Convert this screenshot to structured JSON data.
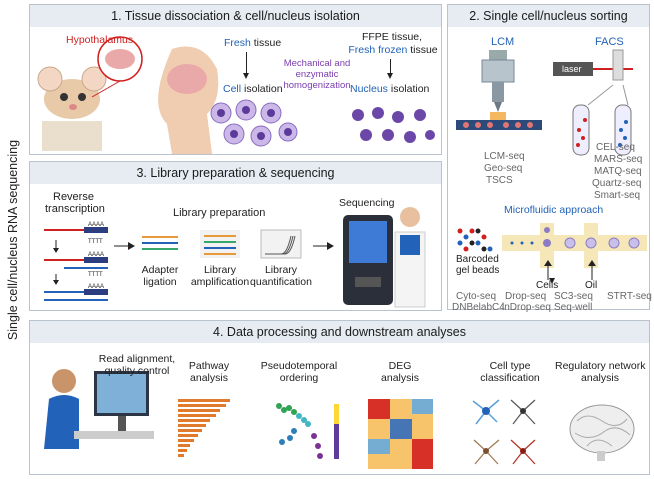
{
  "side_label": "Single cell/nucleus RNA sequencing",
  "panels": {
    "p1": {
      "title": "1. Tissue dissociation & cell/nucleus isolation",
      "hypothalamus": "Hypothalamus",
      "fresh": "Fresh",
      "tissue": "tissue",
      "mech": "Mechanical and enzymatic homogenization",
      "ffpe": "FFPE tissue,",
      "fresh_frozen": "Fresh frozen",
      "cell": "Cell",
      "isolation": "isolation",
      "nucleus": "Nucleus",
      "nuc_isolation": "isolation"
    },
    "p2": {
      "title": "2. Single cell/nucleus sorting",
      "lcm": "LCM",
      "facs": "FACS",
      "laser": "laser",
      "lcm_methods": [
        "LCM-seq",
        "Geo-seq",
        "TSCS"
      ],
      "facs_methods": [
        "CEL-seq",
        "MARS-seq",
        "MATQ-seq",
        "Quartz-seq",
        "Smart-seq"
      ],
      "microfluidic": "Microfluidic approach",
      "barcoded": "Barcoded",
      "gel_beads": "gel beads",
      "cells": "Cells",
      "oil": "Oil",
      "micro_methods": [
        "Cyto-seq",
        "DNBelabC4",
        "Drop-seq",
        "inDrop-seq",
        "SC3-seq",
        "Seq-well",
        "STRT-seq"
      ]
    },
    "p3": {
      "title": "3. Library preparation & sequencing",
      "reverse": "Reverse",
      "transcription": "transcription",
      "aaaa": "AAAA",
      "tttt": "TTTT",
      "library_prep": "Library preparation",
      "adapter": "Adapter",
      "ligation": "ligation",
      "library": "Library",
      "amplification": "amplification",
      "library2": "Library",
      "quantification": "quantification",
      "sequencing": "Sequencing"
    },
    "p4": {
      "title": "4. Data processing and downstream analyses",
      "read": "Read alignment,",
      "qc": "quality control",
      "pathway": "Pathway",
      "pathway2": "analysis",
      "pseudo": "Pseudotemporal",
      "pseudo2": "ordering",
      "deg": "DEG",
      "deg2": "analysis",
      "celltype": "Cell type",
      "celltype2": "classification",
      "regulatory": "Regulatory network",
      "regulatory2": "analysis"
    }
  },
  "colors": {
    "panel_header": "#e6ecf2",
    "panel_border": "#b9c3ce",
    "accent_blue": "#2262b8",
    "accent_red": "#d0201f",
    "accent_purple": "#7a3db0"
  }
}
